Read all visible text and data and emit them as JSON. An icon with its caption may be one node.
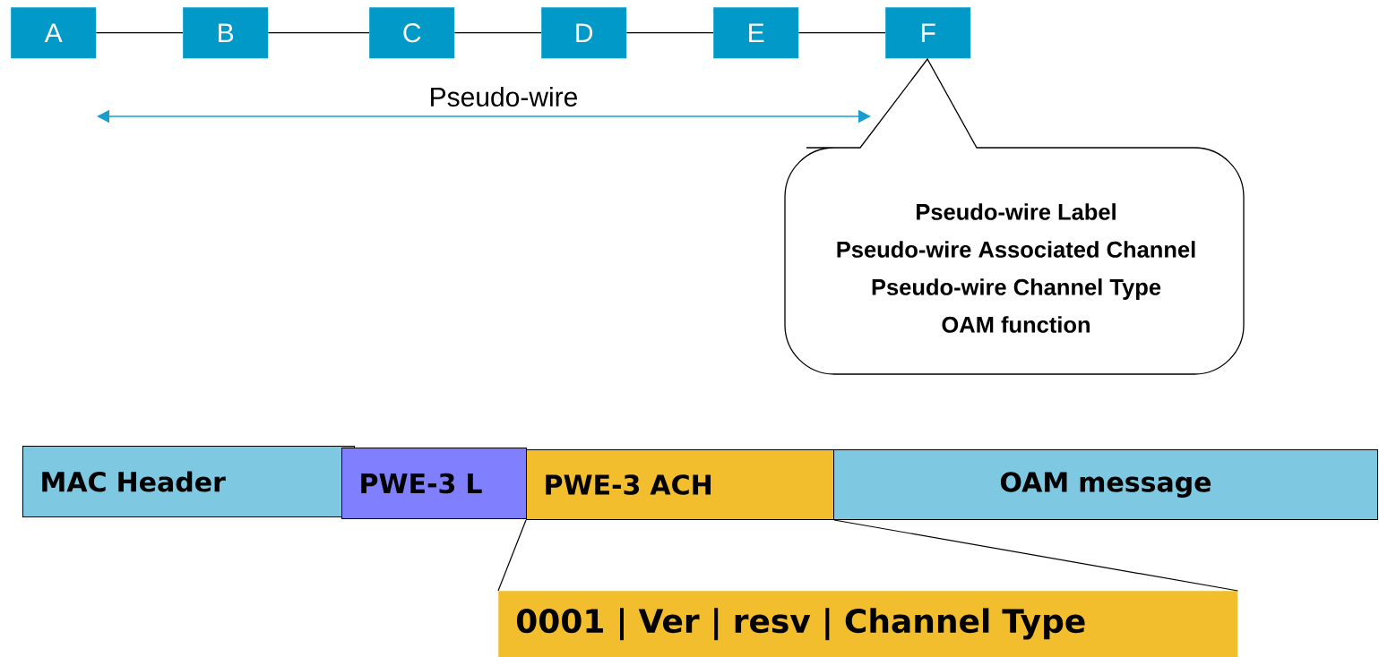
{
  "diagram": {
    "nodes": [
      {
        "text": [
          "A"
        ]
      },
      {
        "text": [
          "B"
        ]
      },
      {
        "text": [
          "C"
        ]
      },
      {
        "text": [
          "D"
        ]
      },
      {
        "text": [
          "E"
        ]
      },
      {
        "text": [
          "F"
        ]
      },
      {
        "text": [
          "Pseudo-wire Label",
          "Pseudo-wire Associated Channel",
          "Pseudo-wire Channel Type",
          "OAM function"
        ]
      },
      {
        "text": [
          "MAC Header"
        ]
      },
      {
        "text": [
          "PWE-3 L"
        ]
      },
      {
        "text": [
          "PWE-3 ACH"
        ]
      },
      {
        "text": [
          "OAM message"
        ]
      },
      {
        "text": [
          "0001 | Ver | resv | Channel Type"
        ]
      }
    ],
    "edges": [
      {
        "from": 0,
        "to": 1,
        "arrow": "none"
      },
      {
        "from": 1,
        "to": 2,
        "arrow": "none"
      },
      {
        "from": 2,
        "to": 3,
        "arrow": "none"
      },
      {
        "from": 3,
        "to": 4,
        "arrow": "none"
      },
      {
        "from": 4,
        "to": 5,
        "arrow": "none"
      },
      {
        "from": 9,
        "to": 11,
        "arrow": "none"
      },
      {
        "from": 9,
        "to": 11,
        "arrow": "none"
      }
    ],
    "labels": [
      "Pseudo-wire"
    ]
  }
}
